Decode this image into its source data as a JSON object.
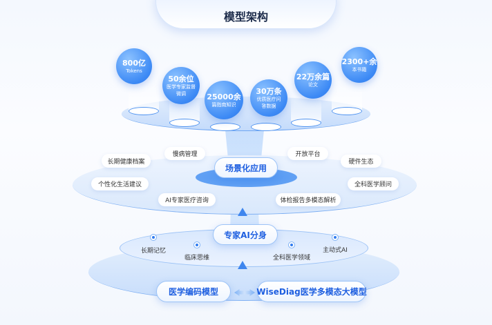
{
  "title": "模型架构",
  "data_bubbles": [
    {
      "value": "800亿",
      "label": "Tokens"
    },
    {
      "value": "50余位",
      "label": "医学专家监督微调"
    },
    {
      "value": "25000余",
      "label": "篇指南知识"
    },
    {
      "value": "30万条",
      "label": "优质医疗问答数据"
    },
    {
      "value": "22万余篇",
      "label": "论文"
    },
    {
      "value": "2300+余",
      "label": "本书籍"
    }
  ],
  "scenario": {
    "label": "场景化应用",
    "tags": [
      "慢病管理",
      "长期健康档案",
      "个性化生活建议",
      "AI专家医疗咨询",
      "开放平台",
      "硬件生态",
      "全科医学顾问",
      "体检报告多模态解析"
    ]
  },
  "expert": {
    "label": "专家AI分身",
    "features": [
      "长期记忆",
      "临床思维",
      "全科医学领域",
      "主动式AI"
    ]
  },
  "base": {
    "left": "医学编码模型",
    "right": "WiseDiag医学多模态大模型"
  }
}
